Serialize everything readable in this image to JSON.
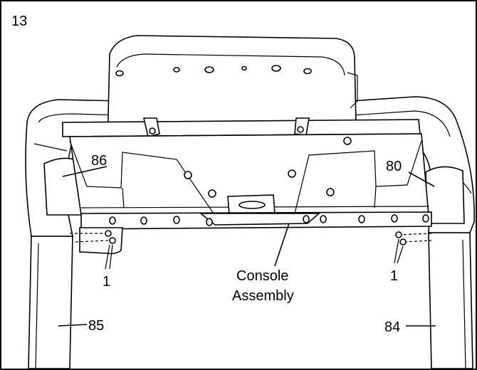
{
  "step_number": "13",
  "labels": {
    "part_86": "86",
    "part_80": "80",
    "part_1_left": "1",
    "part_1_right": "1",
    "console_line1": "Console",
    "console_line2": "Assembly",
    "part_85": "85",
    "part_84": "84"
  }
}
